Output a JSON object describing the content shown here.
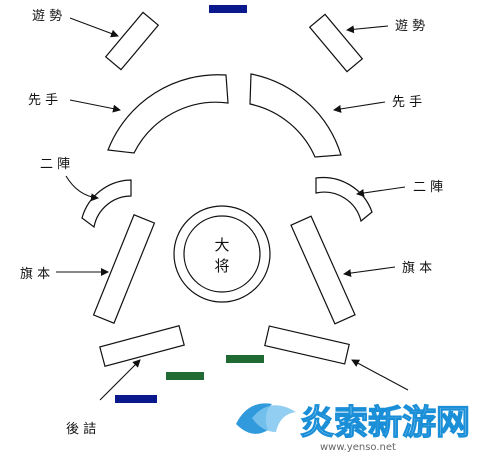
{
  "labels": {
    "yugei_left": "遊 勢",
    "yugei_right": "遊 勢",
    "sente_left": "先 手",
    "sente_right": "先 手",
    "nijin_left": "二 陣",
    "nijin_right": "二 陣",
    "hatamoto_left": "旗 本",
    "hatamoto_right": "旗 本",
    "atozume": "後 詰",
    "taisho_1": "大",
    "taisho_2": "将"
  },
  "watermark": {
    "brand": "炎索新游网",
    "url": "www.yenso.net"
  },
  "colors": {
    "line": "#111111",
    "navy_bar": "#0a1a8c",
    "green_bar": "#1f6b33",
    "watermark_blue": "#1a8fd8"
  }
}
